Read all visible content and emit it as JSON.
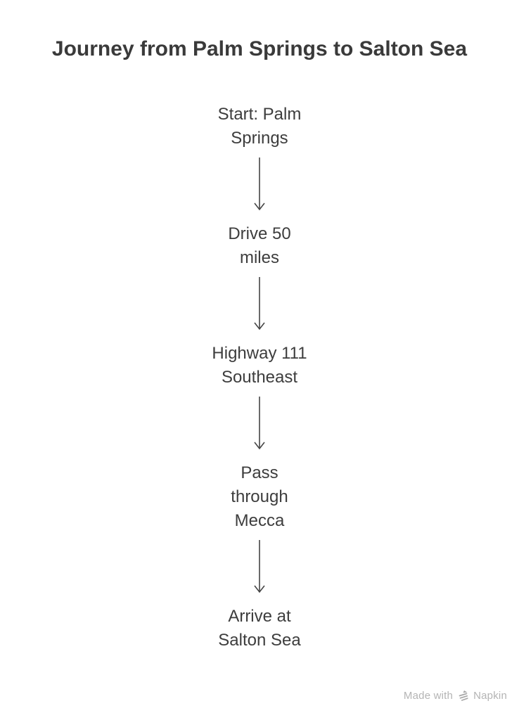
{
  "title": {
    "text": "Journey from Palm Springs to Salton Sea"
  },
  "flow": {
    "text_color": "#3d3d3d",
    "connector_color": "#454545",
    "nodes": [
      {
        "id": "start",
        "label": "Start: Palm Springs",
        "lines": [
          "Start: Palm",
          "Springs"
        ]
      },
      {
        "id": "drive",
        "label": "Drive 50 miles",
        "lines": [
          "Drive 50",
          "miles"
        ]
      },
      {
        "id": "highway",
        "label": "Highway 111 Southeast",
        "lines": [
          "Highway 111",
          "Southeast"
        ]
      },
      {
        "id": "mecca",
        "label": "Pass through Mecca",
        "lines": [
          "Pass",
          "through",
          "Mecca"
        ]
      },
      {
        "id": "arrive",
        "label": "Arrive at Salton Sea",
        "lines": [
          "Arrive at",
          "Salton Sea"
        ]
      }
    ]
  },
  "watermark": {
    "prefix": "Made with",
    "brand": "Napkin",
    "text_color": "#b4b4b4",
    "icon_color": "#a8a8a8"
  }
}
